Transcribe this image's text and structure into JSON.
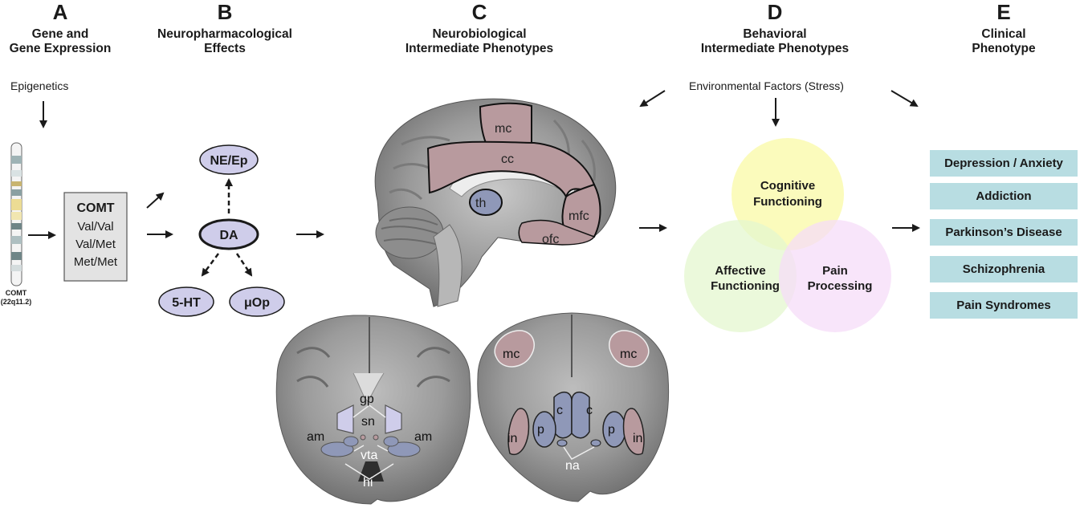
{
  "columns": [
    {
      "letter": "A",
      "title_line1": "Gene and",
      "title_line2": "Gene Expression"
    },
    {
      "letter": "B",
      "title_line1": "Neuropharmacological",
      "title_line2": "Effects"
    },
    {
      "letter": "C",
      "title_line1": "Neurobiological",
      "title_line2": "Intermediate Phenotypes"
    },
    {
      "letter": "D",
      "title_line1": "Behavioral",
      "title_line2": "Intermediate Phenotypes"
    },
    {
      "letter": "E",
      "title_line1": "Clinical",
      "title_line2": "Phenotype"
    }
  ],
  "gene": {
    "epigenetics": "Epigenetics",
    "chromosome_label1": "COMT",
    "chromosome_label2": "(22q11.2)",
    "box_title": "COMT",
    "genotypes": [
      "Val/Val",
      "Val/Met",
      "Met/Met"
    ]
  },
  "neuro": {
    "center": "DA",
    "top": "NE/Ep",
    "bottom_left": "5-HT",
    "bottom_right": "μOp"
  },
  "brain": {
    "sagittal_labels": {
      "mc": "mc",
      "cc": "cc",
      "th": "th",
      "mfc": "mfc",
      "ofc": "ofc"
    },
    "coronal1_labels": {
      "gp": "gp",
      "sn": "sn",
      "am_left": "am",
      "am_right": "am",
      "vta": "vta",
      "hi": "hi"
    },
    "coronal2_labels": {
      "mc_left": "mc",
      "mc_right": "mc",
      "c_left": "c",
      "c_right": "c",
      "p_left": "p",
      "p_right": "p",
      "in_left": "in",
      "in_right": "in",
      "na": "na"
    }
  },
  "behavior": {
    "environment": "Environmental Factors (Stress)",
    "cognitive_line1": "Cognitive",
    "cognitive_line2": "Functioning",
    "affective_line1": "Affective",
    "affective_line2": "Functioning",
    "pain_line1": "Pain",
    "pain_line2": "Processing"
  },
  "clinical": [
    "Depression / Anxiety",
    "Addiction",
    "Parkinson’s Disease",
    "Schizophrenia",
    "Pain Syndromes"
  ],
  "colors": {
    "purple_fill": "#cfcdea",
    "region_red": "#b89a9e",
    "region_blue": "#8f98b8",
    "cognitive": "#fafab0",
    "affective": "#e4f7cf",
    "pain": "#f6dcf8",
    "clinical_box": "#b8dde2"
  }
}
